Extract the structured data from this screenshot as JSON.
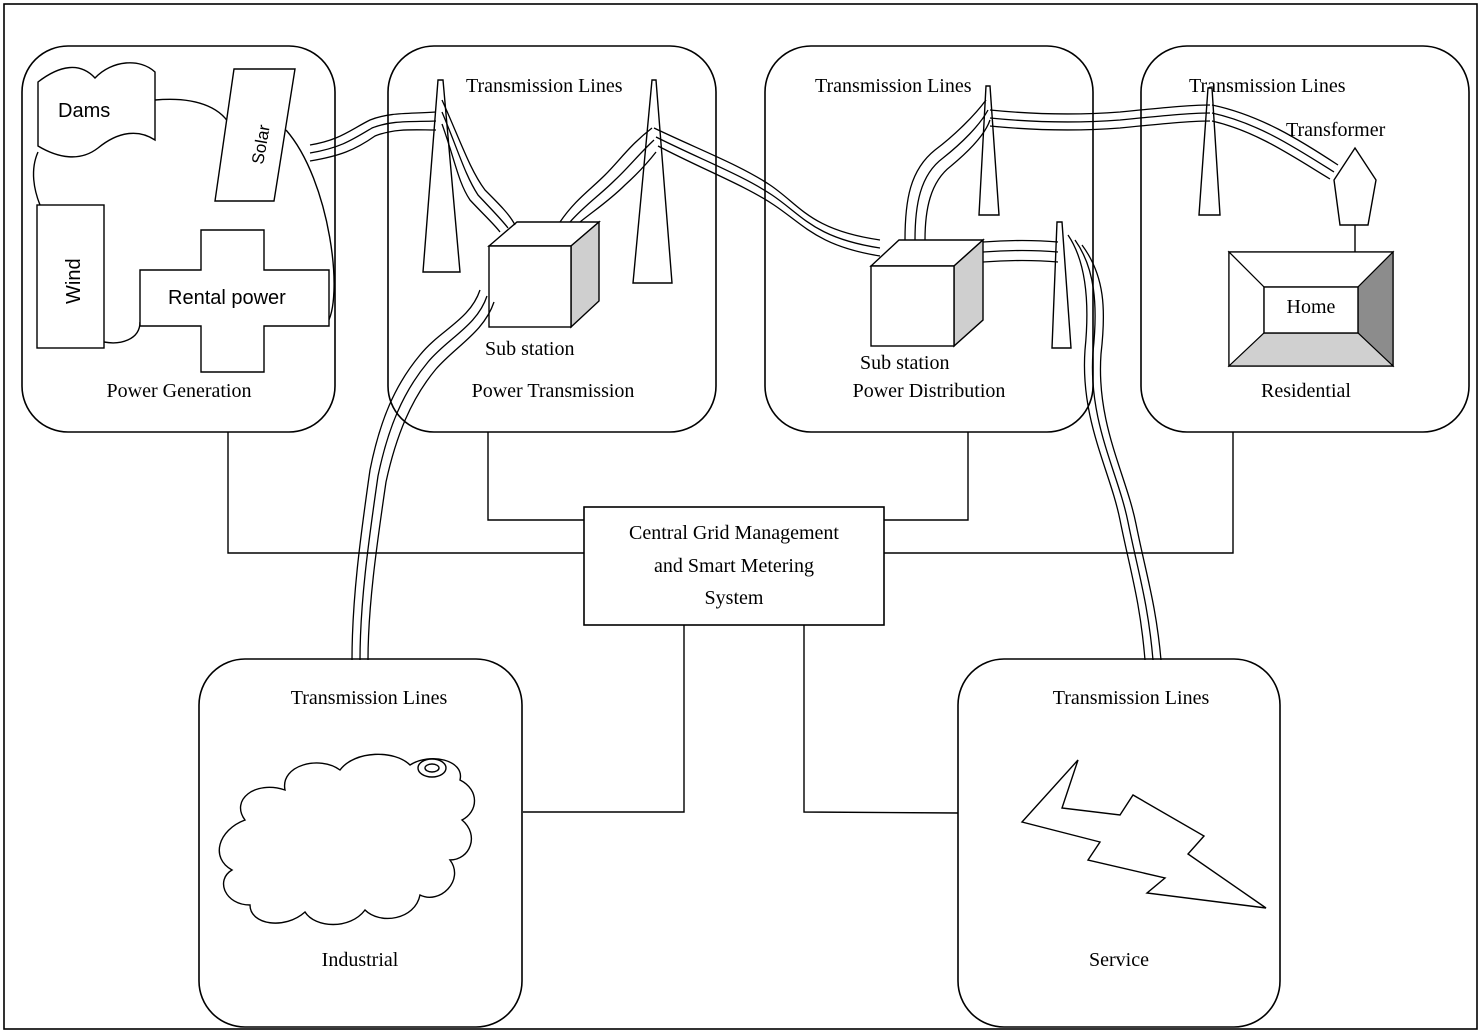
{
  "power_generation": {
    "title": "Power Generation",
    "sources": {
      "dams": "Dams",
      "solar": "Solar",
      "wind": "Wind",
      "rental": "Rental power"
    }
  },
  "power_transmission": {
    "lines_label": "Transmission Lines",
    "substation": "Sub station",
    "title": "Power Transmission"
  },
  "power_distribution": {
    "lines_label": "Transmission Lines",
    "substation": "Sub station",
    "title": "Power Distribution"
  },
  "residential": {
    "lines_label": "Transmission Lines",
    "transformer": "Transformer",
    "home": "Home",
    "title": "Residential"
  },
  "central": {
    "line1": "Central Grid Management",
    "line2": "and Smart Metering",
    "line3": "System"
  },
  "industrial": {
    "lines_label": "Transmission Lines",
    "title": "Industrial"
  },
  "service": {
    "lines_label": "Transmission Lines",
    "title": "Service"
  },
  "colors": {
    "stroke": "#000000",
    "shade_light": "#d0d0d0",
    "shade_dark": "#8c8c8c"
  }
}
